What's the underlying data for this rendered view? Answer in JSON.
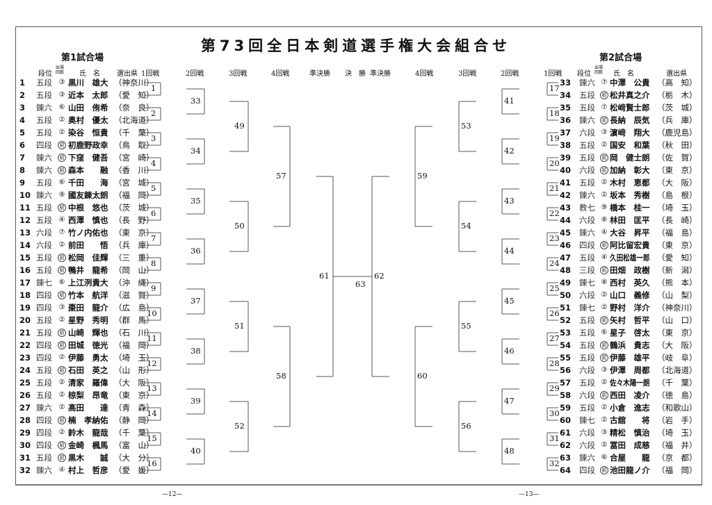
{
  "title": "第73回全日本剣道選手権大会組合せ",
  "venues": {
    "left": "第1試合場",
    "right": "第2試合場"
  },
  "columns": {
    "rank": "段位",
    "count": "出場回数",
    "name": "氏　名",
    "pref": "選出県"
  },
  "rounds": {
    "r1": "1回戦",
    "r2": "2回戦",
    "r3": "3回戦",
    "r4": "4回戦",
    "sf": "準決勝",
    "final": "決　勝"
  },
  "players_left": [
    [
      1,
      "五段",
      "③",
      "黒川　雄大",
      "神奈川"
    ],
    [
      2,
      "五段",
      "③",
      "近本　太郎",
      "愛　知"
    ],
    [
      3,
      "錬六",
      "⑥",
      "山田　侑希",
      "奈　良"
    ],
    [
      4,
      "五段",
      "②",
      "奥村　優太",
      "北海道"
    ],
    [
      5,
      "五段",
      "②",
      "染谷　恒貴",
      "千　葉"
    ],
    [
      6,
      "四段",
      "初",
      "初鹿野政幸",
      "鳥　取"
    ],
    [
      7,
      "錬六",
      "初",
      "下窪　健吾",
      "宮　崎"
    ],
    [
      8,
      "錬六",
      "初",
      "森本　　融",
      "香　川"
    ],
    [
      9,
      "五段",
      "⑥",
      "千田　　海",
      "宮　城"
    ],
    [
      10,
      "錬六",
      "⑨",
      "國友錬太朗",
      "福　岡"
    ],
    [
      11,
      "五段",
      "初",
      "中根　悠也",
      "茨　城"
    ],
    [
      12,
      "五段",
      "④",
      "西澤　慎也",
      "長　野"
    ],
    [
      13,
      "六段",
      "⑦",
      "竹ノ内佑也",
      "東　京"
    ],
    [
      14,
      "六段",
      "②",
      "前田　　悟",
      "兵　庫"
    ],
    [
      15,
      "五段",
      "初",
      "松岡　佳輝",
      "三　重"
    ],
    [
      16,
      "五段",
      "初",
      "鴨井　龍希",
      "岡　山"
    ],
    [
      17,
      "錬七",
      "⑥",
      "上江洌貴大",
      "沖　縄"
    ],
    [
      18,
      "四段",
      "初",
      "竹本　航洋",
      "滋　賀"
    ],
    [
      19,
      "四段",
      "③",
      "棗田　龍介",
      "広　島"
    ],
    [
      20,
      "五段",
      "②",
      "星野　秀明",
      "群　馬"
    ],
    [
      21,
      "五段",
      "初",
      "山崎　輝也",
      "石　川"
    ],
    [
      22,
      "四段",
      "初",
      "田城　徳光",
      "福　岡"
    ],
    [
      23,
      "四段",
      "②",
      "伊藤　勇太",
      "埼　玉"
    ],
    [
      24,
      "五段",
      "初",
      "石田　英之",
      "山　形"
    ],
    [
      25,
      "五段",
      "②",
      "清家　羅偉",
      "大　阪"
    ],
    [
      26,
      "五段",
      "②",
      "椋梨　昂竜",
      "東　京"
    ],
    [
      27,
      "錬六",
      "②",
      "髙田　　達",
      "青　森"
    ],
    [
      28,
      "四段",
      "初",
      "楠　孝納佑",
      "静　岡"
    ],
    [
      29,
      "四段",
      "②",
      "鈴木　龍哉",
      "千　葉"
    ],
    [
      30,
      "四段",
      "初",
      "金崎　楓馬",
      "富　山"
    ],
    [
      31,
      "五段",
      "初",
      "黒木　　誠",
      "大　分"
    ],
    [
      32,
      "錬六",
      "④",
      "村上　哲彦",
      "愛　媛"
    ]
  ],
  "players_right": [
    [
      33,
      "錬六",
      "⑦",
      "中澤　公貴",
      "高　知"
    ],
    [
      34,
      "五段",
      "初",
      "松井真之介",
      "栃　木"
    ],
    [
      35,
      "五段",
      "⑦",
      "松﨑賢士郎",
      "茨　城"
    ],
    [
      36,
      "錬六",
      "初",
      "長納　辰気",
      "兵　庫"
    ],
    [
      37,
      "六段",
      "③",
      "濵﨑　翔大",
      "鹿児島"
    ],
    [
      38,
      "五段",
      "②",
      "国安　和葉",
      "秋　田"
    ],
    [
      39,
      "五段",
      "初",
      "岡　健士朗",
      "佐　賀"
    ],
    [
      40,
      "六段",
      "初",
      "加納　彰大",
      "東　京"
    ],
    [
      41,
      "五段",
      "②",
      "木村　恵都",
      "大　阪"
    ],
    [
      42,
      "錬六",
      "②",
      "坂本　秀樹",
      "島　根"
    ],
    [
      43,
      "教七",
      "⑨",
      "橋本　桂一",
      "埼　玉"
    ],
    [
      44,
      "六段",
      "⑧",
      "林田　匡平",
      "長　崎"
    ],
    [
      45,
      "錬六",
      "④",
      "大谷　昇平",
      "福　島"
    ],
    [
      46,
      "四段",
      "初",
      "阿比留宏貴",
      "東　京"
    ],
    [
      47,
      "五段",
      "④",
      "久田松雄一郎",
      "愛　知"
    ],
    [
      48,
      "三段",
      "初",
      "田畑　政樹",
      "新　潟"
    ],
    [
      49,
      "錬七",
      "⑧",
      "西村　英久",
      "熊　本"
    ],
    [
      50,
      "六段",
      "②",
      "山口　義修",
      "山　梨"
    ],
    [
      51,
      "錬七",
      "②",
      "野村　洋介",
      "神奈川"
    ],
    [
      52,
      "五段",
      "初",
      "矢村　哲平",
      "山　口"
    ],
    [
      53,
      "五段",
      "⑥",
      "星子　啓太",
      "東　京"
    ],
    [
      54,
      "五段",
      "初",
      "鶴浜　貴志",
      "大　阪"
    ],
    [
      55,
      "五段",
      "初",
      "伊藤　雄平",
      "岐　阜"
    ],
    [
      56,
      "六段",
      "③",
      "伊澤　周都",
      "北海道"
    ],
    [
      57,
      "五段",
      "②",
      "佐々木陽一朗",
      "千　葉"
    ],
    [
      58,
      "六段",
      "初",
      "西田　凌介",
      "徳　島"
    ],
    [
      59,
      "五段",
      "②",
      "小倉　進志",
      "和歌山"
    ],
    [
      60,
      "錬七",
      "②",
      "古舘　　将",
      "岩　手"
    ],
    [
      61,
      "六段",
      "③",
      "精松　慎治",
      "埼　玉"
    ],
    [
      62,
      "六段",
      "②",
      "冨田　成慈",
      "福　井"
    ],
    [
      63,
      "錬六",
      "⑥",
      "合屋　　龍",
      "京　都"
    ],
    [
      64,
      "四段",
      "初",
      "池田龍ノ介",
      "福　岡"
    ]
  ],
  "bracket": {
    "left": {
      "r1": [
        1,
        2,
        3,
        4,
        5,
        6,
        7,
        8,
        9,
        10,
        11,
        12,
        13,
        14,
        15,
        16
      ],
      "r2": [
        33,
        34,
        35,
        36,
        37,
        38,
        39,
        40
      ],
      "r3": [
        49,
        50,
        51,
        52
      ],
      "r4": [
        57,
        58
      ],
      "sf": [
        61
      ]
    },
    "right": {
      "r1": [
        17,
        18,
        19,
        20,
        21,
        22,
        23,
        24,
        25,
        26,
        27,
        28,
        29,
        30,
        31,
        32
      ],
      "r2": [
        41,
        42,
        43,
        44,
        45,
        46,
        47,
        48
      ],
      "r3": [
        53,
        54,
        55,
        56
      ],
      "r4": [
        59,
        60
      ],
      "sf": [
        62
      ]
    },
    "final": 63
  },
  "pages": {
    "left": "—12—",
    "right": "—13—"
  }
}
